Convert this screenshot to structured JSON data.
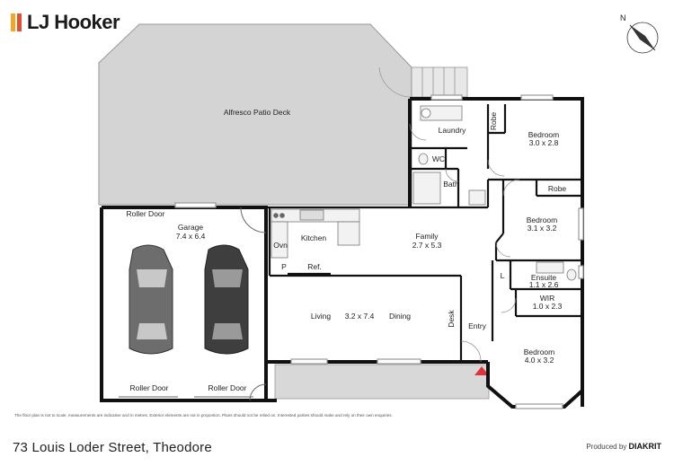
{
  "brand": {
    "name": "LJ Hooker",
    "colors": [
      "#f5a623",
      "#e2512d",
      "#7cc142"
    ]
  },
  "compass": {
    "north_label": "N",
    "icon": "compass-icon"
  },
  "rooms": {
    "alfresco": "Alfresco Patio Deck",
    "laundry": "Laundry",
    "robe_top": "Robe",
    "bedroom1": {
      "name": "Bedroom",
      "size": "3.0 x 2.8"
    },
    "wc": "WC",
    "bath": "Bath",
    "robe2": "Robe",
    "bedroom2": {
      "name": "Bedroom",
      "size": "3.1 x 3.2"
    },
    "garage": {
      "name": "Garage",
      "size": "7.4 x 6.4"
    },
    "roller_door_top": "Roller Door",
    "roller_door_bottom_left": "Roller Door",
    "roller_door_bottom_right": "Roller Door",
    "kitchen": "Kitchen",
    "oven": "Ovn",
    "pantry": "P",
    "fridge": "Ref.",
    "family": {
      "name": "Family",
      "size": "2.7 x 5.3"
    },
    "linen": "L",
    "ensuite": {
      "name": "Ensuite",
      "size": "1.1 x 2.6"
    },
    "wir": {
      "name": "WIR",
      "size": "1.0 x 2.3"
    },
    "living": "Living",
    "living_dining_size": "3.2 x 7.4",
    "dining": "Dining",
    "desk": "Desk",
    "entry": "Entry",
    "bedroom3": {
      "name": "Bedroom",
      "size": "4.0 x 3.2"
    }
  },
  "disclaimer": "The floor plan is not to scale, measurements are indicative and in metres. Exterior elements are not in proportion. Plans should not be relied on. Interested parties should make and rely on their own enquiries.",
  "address": "73 Louis Loder Street, Theodore",
  "produced_by": {
    "prefix": "Produced by",
    "name": "DIAKRIT"
  }
}
